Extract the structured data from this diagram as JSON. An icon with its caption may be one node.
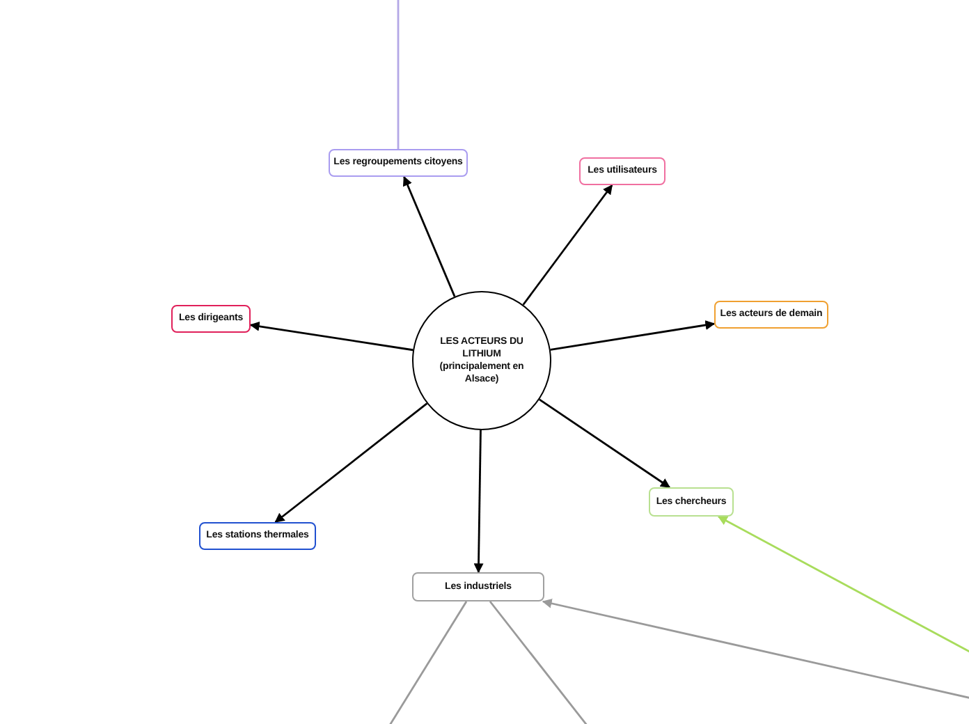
{
  "diagram": {
    "nodes": [
      {
        "text": [
          "LES ACTEURS DU LITHIUM (principalement en Alsace)"
        ]
      },
      {
        "text": [
          "Les regroupements citoyens"
        ]
      },
      {
        "text": [
          "Les utilisateurs"
        ]
      },
      {
        "text": [
          "Les acteurs de demain"
        ]
      },
      {
        "text": [
          "Les dirigeants"
        ]
      },
      {
        "text": [
          "Les chercheurs"
        ]
      },
      {
        "text": [
          "Les stations thermales"
        ]
      },
      {
        "text": [
          "Les industriels"
        ]
      }
    ],
    "edges": [
      {
        "from": 0,
        "to": 1,
        "arrow": "to"
      },
      {
        "from": 0,
        "to": 2,
        "arrow": "to"
      },
      {
        "from": 0,
        "to": 3,
        "arrow": "to"
      },
      {
        "from": 0,
        "to": 4,
        "arrow": "to"
      },
      {
        "from": 0,
        "to": 5,
        "arrow": "to"
      },
      {
        "from": 0,
        "to": 6,
        "arrow": "to"
      },
      {
        "from": 0,
        "to": 7,
        "arrow": "to"
      },
      {
        "from": 1,
        "to": null,
        "arrow": "none",
        "color": "#b4a8e6"
      },
      {
        "from": null,
        "to": 5,
        "arrow": "to",
        "color": "#a8dc5c"
      },
      {
        "from": null,
        "to": 7,
        "arrow": "to",
        "color": "#9a9a9a"
      },
      {
        "from": 7,
        "to": null,
        "arrow": "none",
        "color": "#9a9a9a"
      },
      {
        "from": 7,
        "to": null,
        "arrow": "none",
        "color": "#9a9a9a"
      }
    ]
  }
}
